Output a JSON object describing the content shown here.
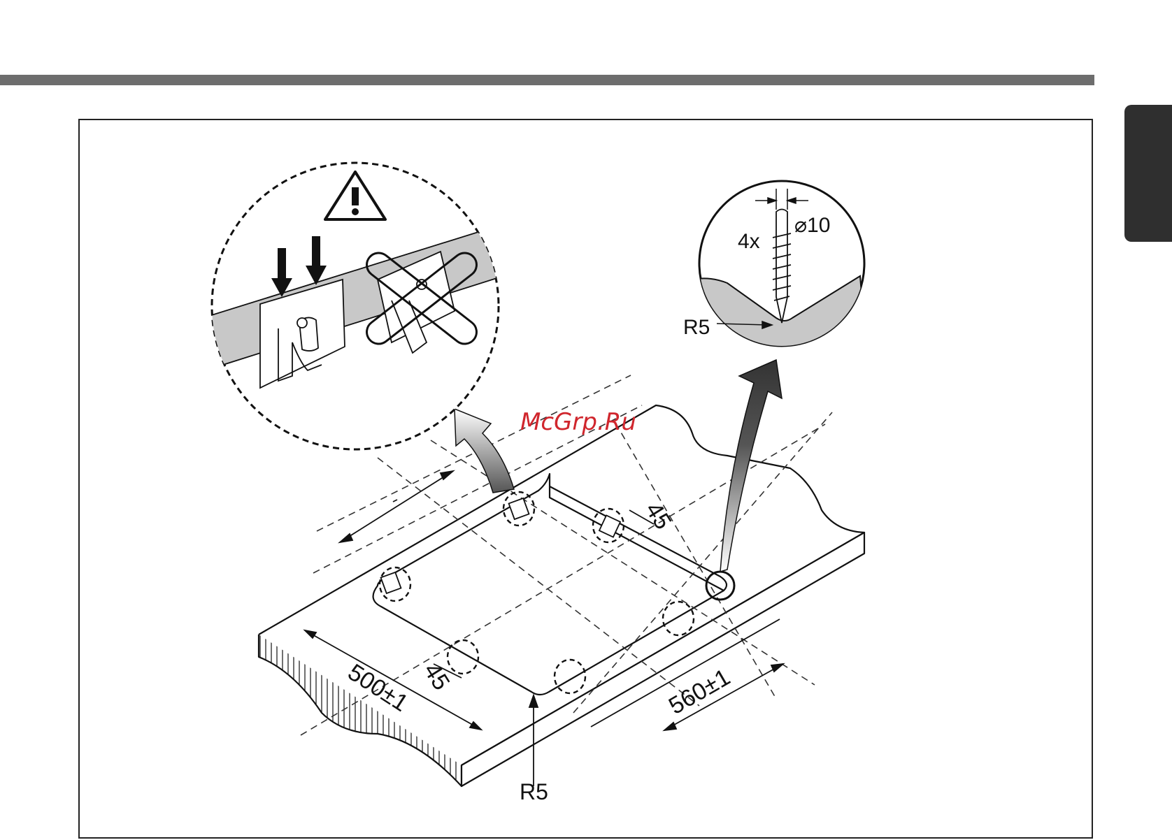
{
  "labels": {
    "dim_45_top": "45",
    "dim_45_bottom": "45",
    "dim_500": "500±1",
    "dim_560": "560±1",
    "radius_bottom": "R5",
    "radius_detail": "R5",
    "screw_count": "4x",
    "screw_diameter": "⌀10"
  },
  "watermark": "McGrp.Ru",
  "colors": {
    "header_bar": "#6d6d6d",
    "side_tab": "#2f2f2f",
    "watermark": "#d0262d",
    "worktop_section": "#c8c8c8"
  },
  "icons": {
    "warning": "warning-triangle-icon"
  }
}
